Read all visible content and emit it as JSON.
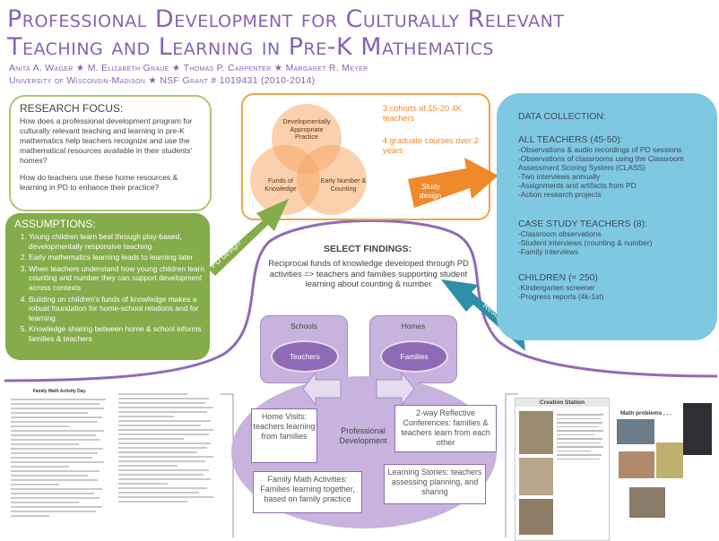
{
  "header": {
    "title_line1": "Professional Development for Culturally Relevant",
    "title_line2": "Teaching and Learning in Pre-K Mathematics",
    "authors": "Anita A. Wager ★ M. Elizabeth Graue ★ Thomas P. Carpenter ★ Margaret R. Meyer",
    "affiliation": "University of Wisconsin-Madison ★ NSF Grant # 1019431 (2010-2014)"
  },
  "research": {
    "heading": "RESEARCH FOCUS:",
    "q1": "How does a professional development program for culturally relevant teaching and learning in pre-K mathematics help teachers recognize and use the mathematical resources available in their students' homes?",
    "q2": "How do teachers use these home resources & learning in PD to enhance their practice?"
  },
  "assumptions": {
    "heading": "ASSUMPTIONS:",
    "items": [
      "Young children learn best through play-based, developmentally responsive teaching",
      "Early mathematics learning leads to learning later",
      "When teachers understand how young children learn counting and number they can support development across contexts",
      "Building on children's funds of knowledge makes a robust foundation for home-school relations and for learning",
      "Knowledge sharing between home & school informs families & teachers"
    ]
  },
  "design": {
    "venn_top": "Developmentally Appropriate Practice",
    "venn_left": "Funds of Knowledge",
    "venn_right": "Early Number & Counting",
    "cohorts": "3 cohorts of 15-20 4K teachers",
    "courses": "4 graduate courses over 2 years"
  },
  "arrows": {
    "pd_design": "PD design",
    "study_design": "Study design",
    "results": "Results"
  },
  "data_collection": {
    "heading": "DATA COLLECTION:",
    "all_heading": "ALL TEACHERS (45-50):",
    "all_items": [
      "-Observations & audio recordings of PD sessions",
      "-Observations of classrooms using the Classroom Assessment Scoring System (CLASS)",
      "-Two interviews annually",
      "-Assignments and artifacts from PD",
      "-Action research projects"
    ],
    "case_heading": "CASE STUDY TEACHERS (8):",
    "case_items": [
      "-Classroom observations",
      "-Student interviews (counting & number)",
      "-Family interviews"
    ],
    "children_heading": "CHILDREN (≈ 250)",
    "children_items": [
      "-Kindergarten screener",
      "-Progress reports (4k-1st)"
    ]
  },
  "findings": {
    "heading": "SELECT FINDINGS:",
    "body": "Reciprocal funds of knowledge developed through PD activities => teachers and families supporting student learning about counting & number"
  },
  "diagram": {
    "schools": "Schools",
    "homes": "Homes",
    "teachers": "Teachers",
    "families": "Families",
    "center": "Professional Development",
    "home_visits": "Home Visits: teachers learning from families",
    "conferences": "2-way Reflective Conferences: families & teachers learn from each other",
    "family_math": "Family Math Activities: Families learning together, based on family practice",
    "learning_stories": "Learning Stories: teachers assessing planning, and sharing"
  },
  "artifacts": {
    "doc_title": "Family Math Activity Day",
    "creation_station": "Creation Station",
    "math_problems": "Math problems . . ."
  },
  "colors": {
    "title_purple": "#8a62b0",
    "green": "#84ac4a",
    "orange": "#f0892a",
    "blue": "#7fc8e2",
    "teal_arrow": "#2e8fa8",
    "purple": "#8f6bb7"
  }
}
